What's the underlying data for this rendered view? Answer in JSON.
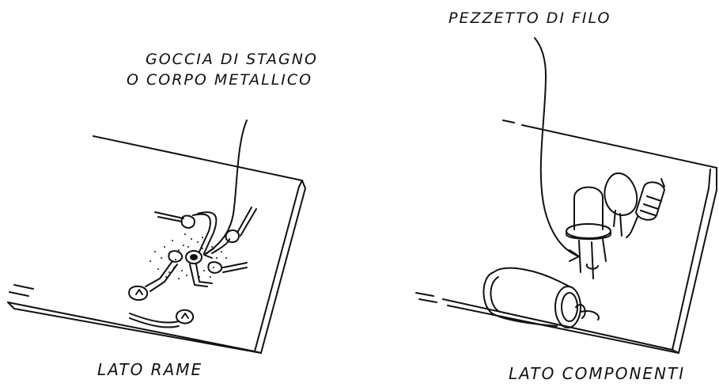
{
  "left_panel": {
    "callout_line1": "GOCCIA DI STAGNO",
    "callout_line2": "O CORPO METALLICO",
    "caption": "LATO RAME"
  },
  "right_panel": {
    "callout": "PEZZETTO DI FILO",
    "caption": "LATO COMPONENTI"
  },
  "colors": {
    "ink": "#111111",
    "paper": "#ffffff"
  }
}
